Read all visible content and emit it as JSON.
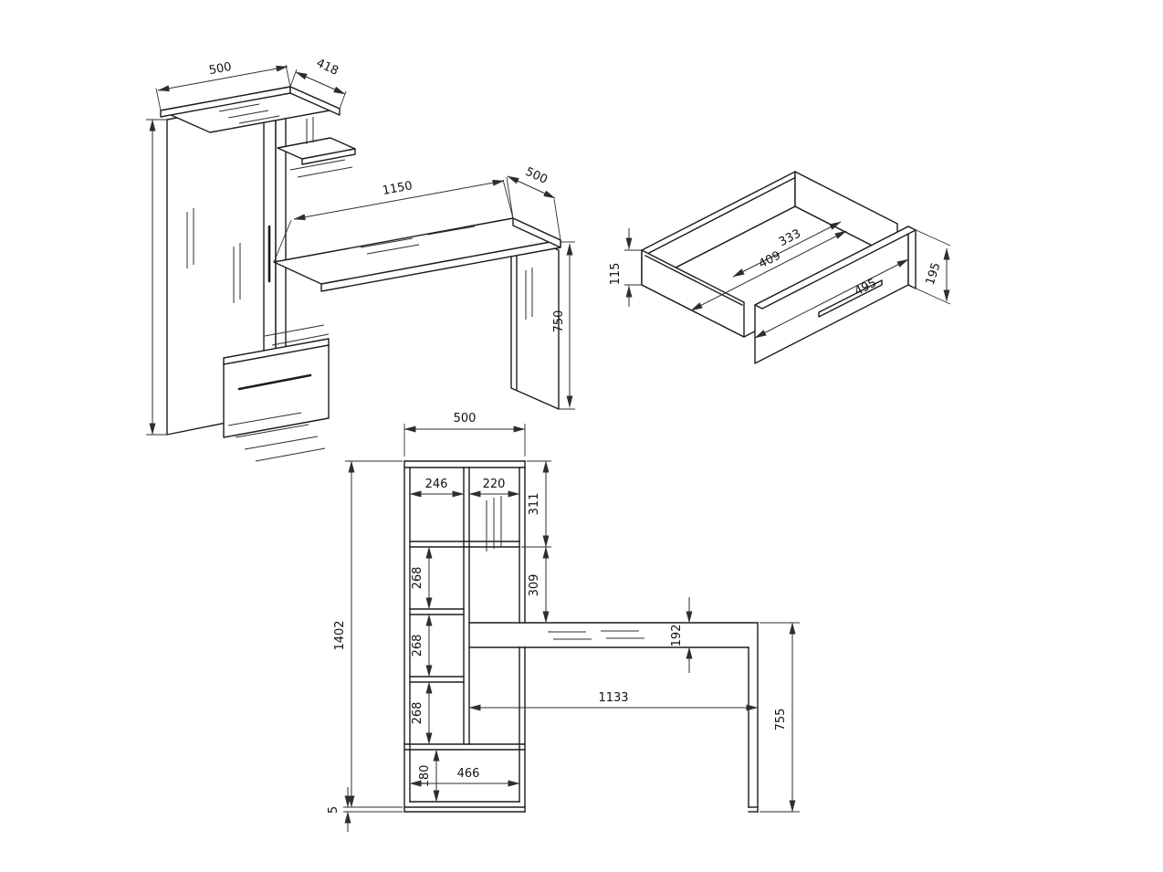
{
  "colors": {
    "background": "#ffffff",
    "line": "#1c1c1c",
    "text": "#111111"
  },
  "views": {
    "desk_iso": {
      "dims": {
        "top_width": "500",
        "top_depth": "418",
        "desktop_length": "1150",
        "desktop_depth": "500",
        "desk_height": "750"
      }
    },
    "drawer_iso": {
      "dims": {
        "side_height": "115",
        "inner_depth": "409",
        "inner_width": "333",
        "front_length": "495",
        "front_height": "195"
      }
    },
    "front": {
      "dims": {
        "top_width": "500",
        "left_bay": "246",
        "right_bay": "220",
        "section_top": "311",
        "section_second": "309",
        "shelf_1": "268",
        "shelf_2": "268",
        "shelf_3": "268",
        "drawer_height": "180",
        "drawer_width": "466",
        "apron": "192",
        "desk_span": "1133",
        "desk_height": "755",
        "total_height": "1402",
        "base": "5"
      }
    }
  }
}
